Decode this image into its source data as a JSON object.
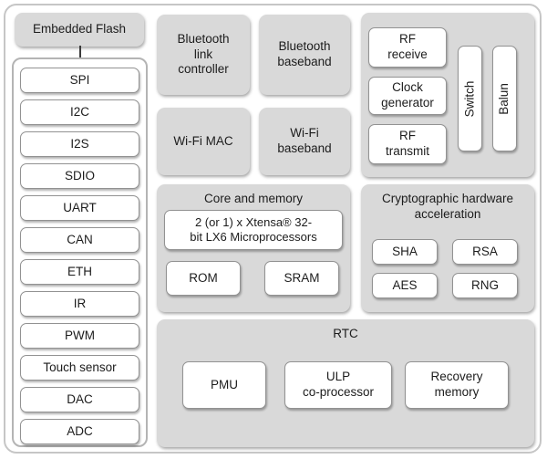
{
  "colors": {
    "panel_gray": "#d9d9d9",
    "box_white": "#ffffff",
    "box_border": "#929292",
    "frame_border": "#c6c6c6",
    "text": "#1c1c1c"
  },
  "flash": {
    "label": "Embedded Flash"
  },
  "peripherals": [
    "SPI",
    "I2C",
    "I2S",
    "SDIO",
    "UART",
    "CAN",
    "ETH",
    "IR",
    "PWM",
    "Touch sensor",
    "DAC",
    "ADC"
  ],
  "wireless": {
    "bt_link": "Bluetooth\nlink\ncontroller",
    "bt_baseband": "Bluetooth\nbaseband",
    "wifi_mac": "Wi-Fi MAC",
    "wifi_baseband": "Wi-Fi\nbaseband"
  },
  "rf": {
    "receive": "RF\nreceive",
    "clock_generator": "Clock\ngenerator",
    "transmit": "RF\ntransmit",
    "switch": "Switch",
    "balun": "Balun"
  },
  "core": {
    "title": "Core and memory",
    "cpu": "2 (or 1) x Xtensa® 32-\nbit LX6 Microprocessors",
    "rom": "ROM",
    "sram": "SRAM"
  },
  "crypto": {
    "title": "Cryptographic hardware\nacceleration",
    "sha": "SHA",
    "rsa": "RSA",
    "aes": "AES",
    "rng": "RNG"
  },
  "rtc": {
    "title": "RTC",
    "pmu": "PMU",
    "ulp": "ULP\nco-processor",
    "recovery": "Recovery\nmemory"
  }
}
